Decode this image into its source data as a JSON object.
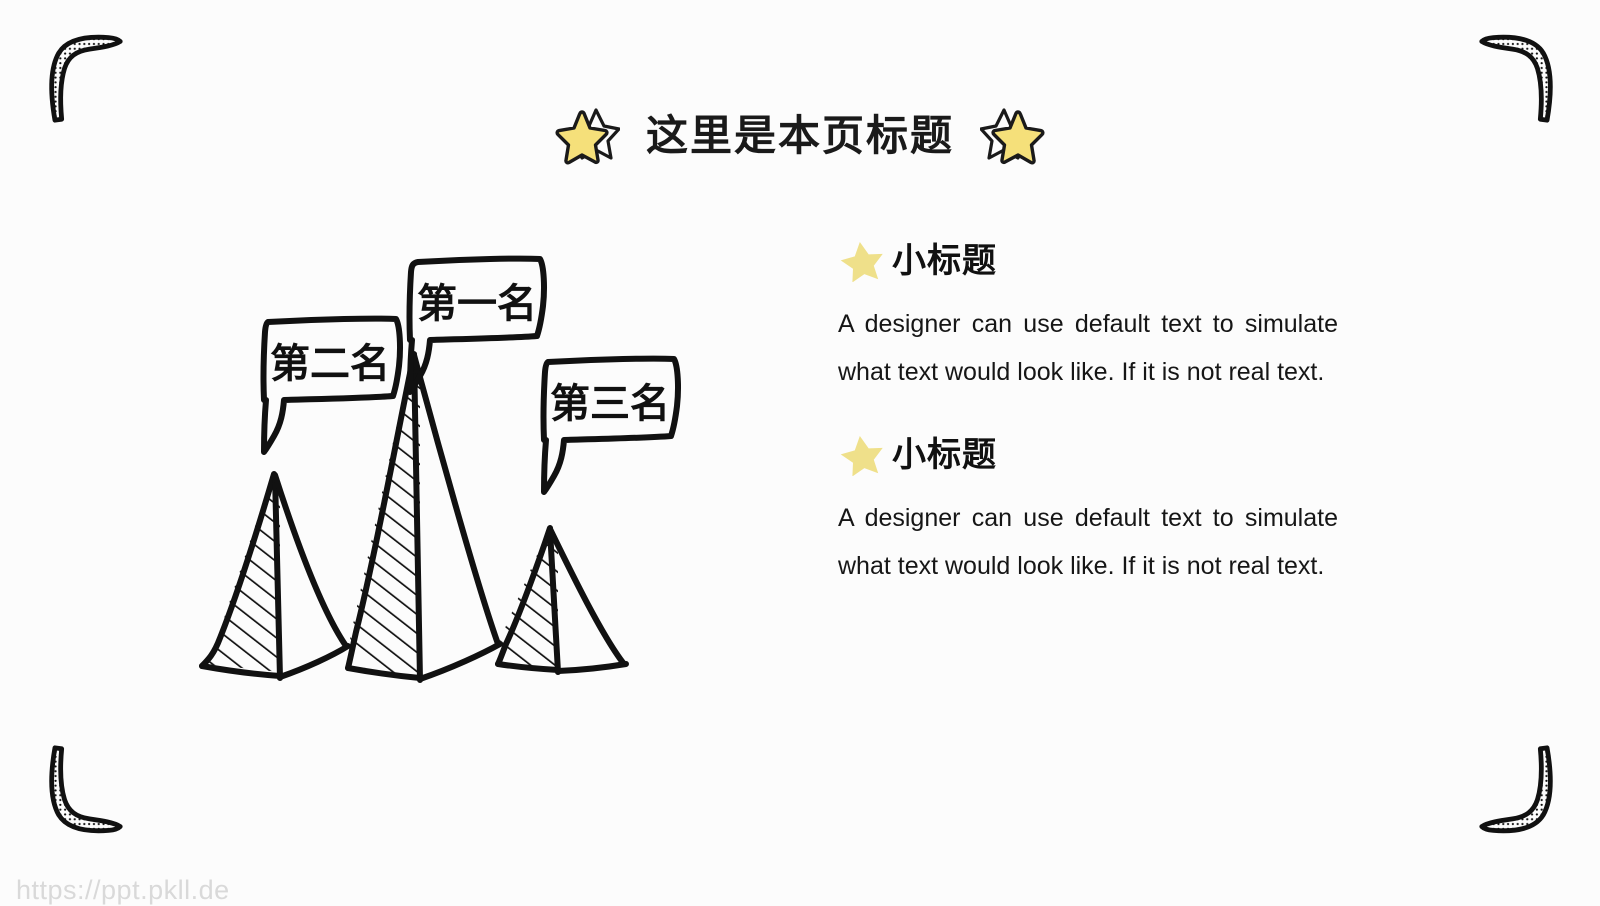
{
  "slide": {
    "background_color": "#fcfcfc",
    "title": "这里是本页标题",
    "title_star_fill": "#f5e07a",
    "title_star_stroke": "#1a1a1a",
    "bullet_star_fill": "#efe08a",
    "ink_color": "#111111"
  },
  "decorations": {
    "corner_top_left": "boomerang-corner-icon",
    "corner_top_right": "boomerang-corner-icon",
    "corner_bottom_left": "boomerang-corner-icon",
    "corner_bottom_right": "boomerang-corner-icon",
    "title_star_left": "star-icon",
    "title_star_right": "star-icon"
  },
  "illustration": {
    "type": "hand-drawn-mountain-ranking",
    "callouts": [
      {
        "label": "第二名",
        "rank": 2
      },
      {
        "label": "第一名",
        "rank": 1
      },
      {
        "label": "第三名",
        "rank": 3
      }
    ]
  },
  "chart_data": {
    "type": "bar",
    "title": "",
    "xlabel": "",
    "ylabel": "",
    "categories": [
      "第二名",
      "第一名",
      "第三名"
    ],
    "values": [
      2,
      3,
      1
    ],
    "ylim": [
      0,
      3
    ],
    "grid": false,
    "legend": false,
    "annotations": [
      "第一名",
      "第二名",
      "第三名"
    ],
    "note": "Three hand-drawn mountain peaks; the centre peak is tallest (第一名), the left peak is second (第二名) and the right peak is shortest (第三名)."
  },
  "sections": [
    {
      "star": "star-icon",
      "heading": "小标题",
      "body": "A designer can use default text to simulate what text would look like. If it is not real text."
    },
    {
      "star": "star-icon",
      "heading": "小标题",
      "body": "A designer can use default text to simulate what text would look like. If it is not real text."
    }
  ],
  "watermark": {
    "text": "https://ppt.pkll.de",
    "color": "#d9d9d9"
  }
}
